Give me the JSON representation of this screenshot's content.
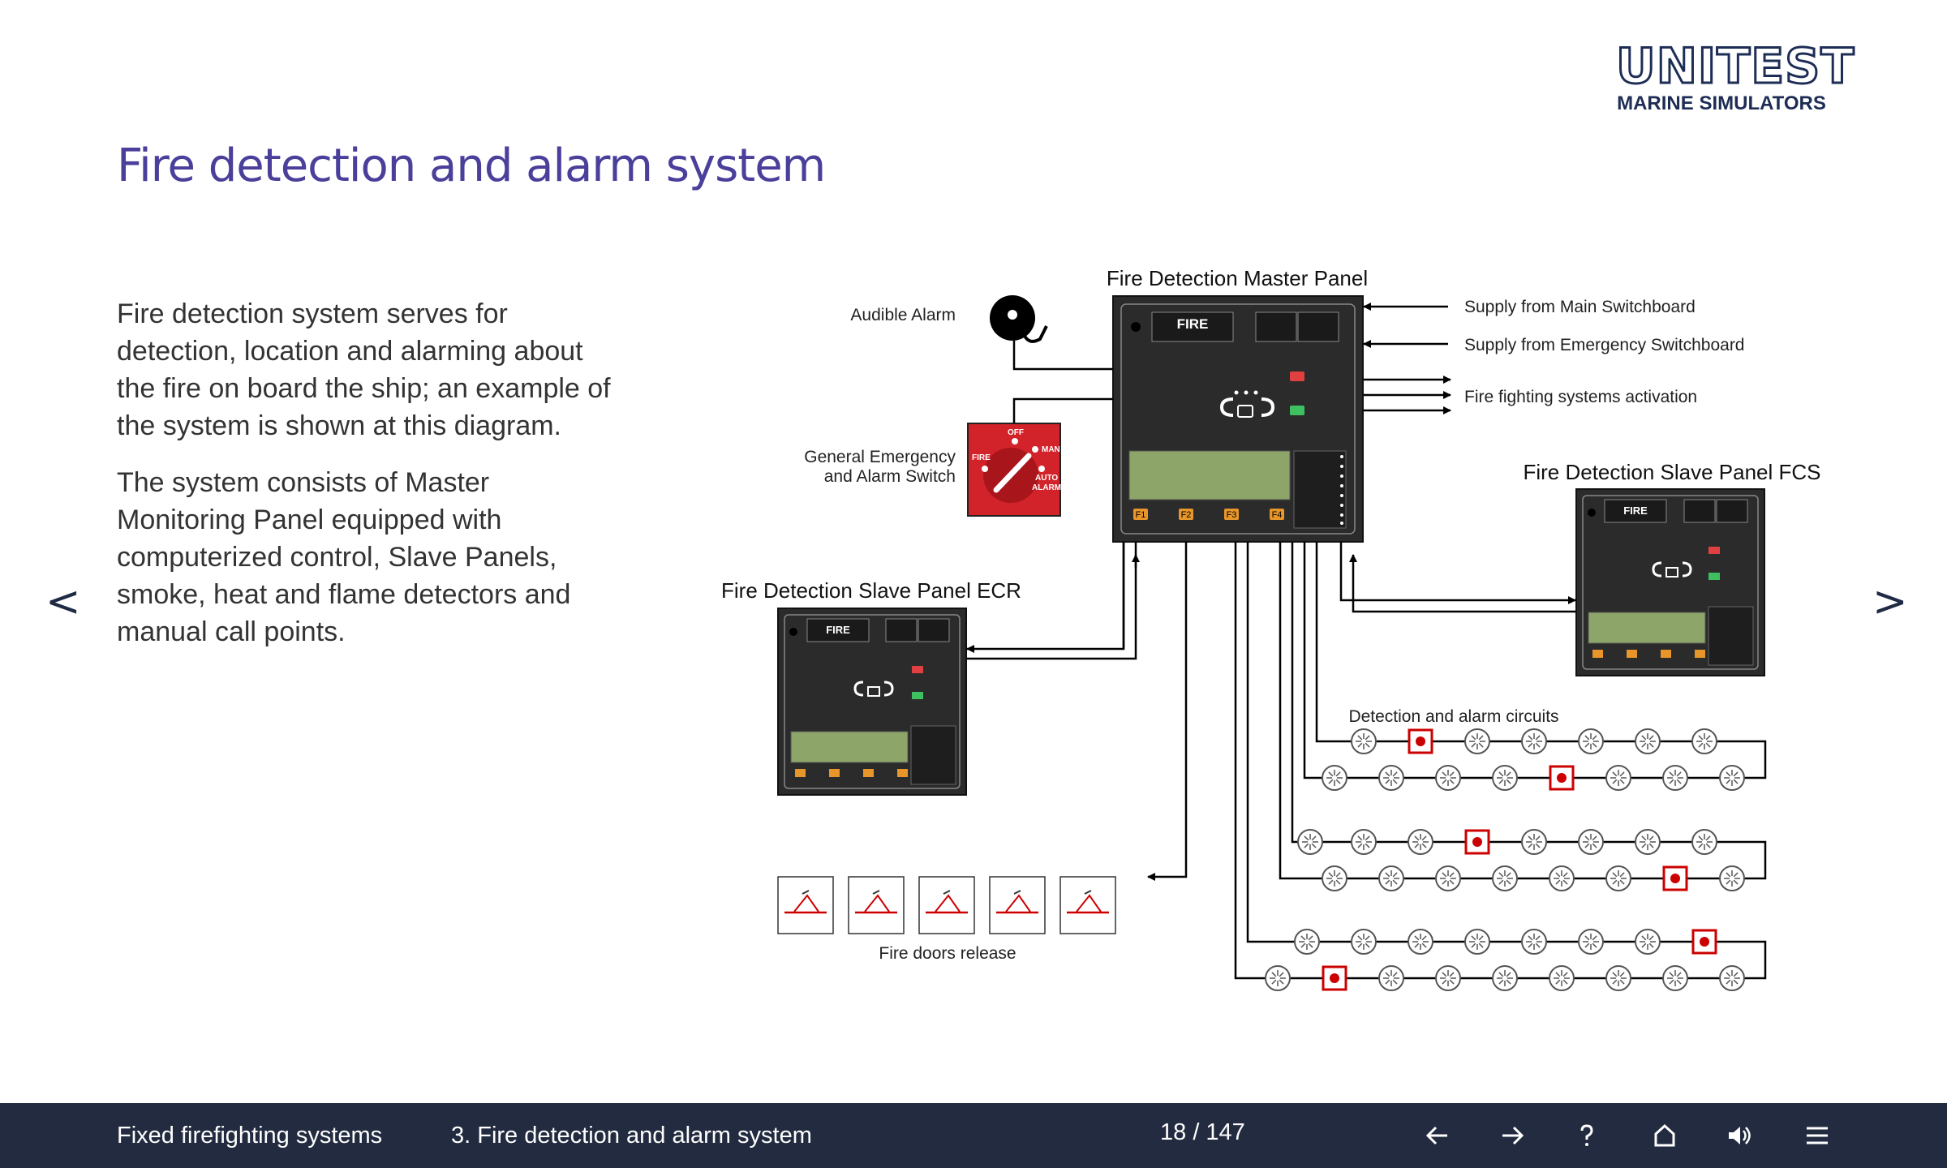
{
  "logo": {
    "word": "UNITEST",
    "sub": "MARINE SIMULATORS"
  },
  "slide": {
    "title": "Fire detection and alarm system",
    "paragraphs": [
      "Fire detection system serves for detection, location and alarming about the fire on board the ship; an example of the system is shown at this diagram.",
      "The system consists of Master Monitoring Panel equipped with computerized control, Slave Panels, smoke, heat and flame detectors and manual call points."
    ]
  },
  "nav": {
    "prev": "<",
    "next": ">"
  },
  "diagram": {
    "master_panel": "Fire Detection Master Panel",
    "slave_ecr": "Fire Detection Slave Panel ECR",
    "slave_fcs": "Fire Detection Slave Panel FCS",
    "audible_alarm": "Audible Alarm",
    "switch_label_1": "General Emergency",
    "switch_label_2": "and Alarm Switch",
    "supply_main": "Supply from Main Switchboard",
    "supply_emergency": "Supply from Emergency Switchboard",
    "ff_activation": "Fire fighting systems activation",
    "circuits": "Detection and alarm circuits",
    "doors": "Fire doors release",
    "fire_label": "FIRE",
    "switch_off": "OFF",
    "switch_fire": "FIRE",
    "switch_man": "MAN",
    "switch_auto": "AUTO",
    "switch_alarm": "ALARM",
    "f1": "F1",
    "f2": "F2",
    "f3": "F3",
    "f4": "F4"
  },
  "footer": {
    "section": "Fixed firefighting systems",
    "chapter": "3. Fire detection and alarm system",
    "page": "18 / 147",
    "icons": [
      "arrow-left-icon",
      "arrow-right-icon",
      "help-icon",
      "home-icon",
      "volume-icon",
      "menu-icon"
    ]
  }
}
